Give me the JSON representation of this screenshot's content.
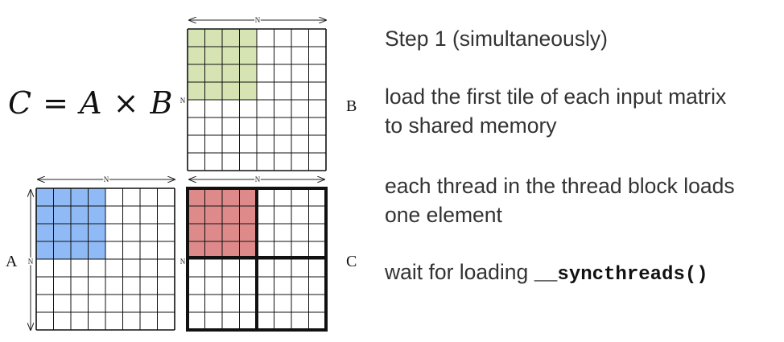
{
  "equation": "C = A × B",
  "matrices": {
    "b": {
      "name": "B",
      "dim_top": "N",
      "dim_left": "N"
    },
    "a": {
      "name": "A",
      "dim_top": "N",
      "dim_left": "N"
    },
    "c": {
      "name": "C",
      "dim_top": "N",
      "dim_left": "N"
    }
  },
  "grid": {
    "cells_per_side": 8,
    "tile_cells": 4
  },
  "colors": {
    "tile_b": "#d6e4b4",
    "tile_a": "#8fbaf5",
    "tile_c": "#de8a8a",
    "grid_line": "#111111"
  },
  "steps": {
    "title": "Step 1 (simultaneously)",
    "load_line1": "load the first tile of each input matrix",
    "load_line2": "to shared memory",
    "thread_line1": "each thread in the thread block loads",
    "thread_line2": "one element",
    "wait_text": "wait for loading ",
    "wait_code": "__syncthreads()"
  }
}
